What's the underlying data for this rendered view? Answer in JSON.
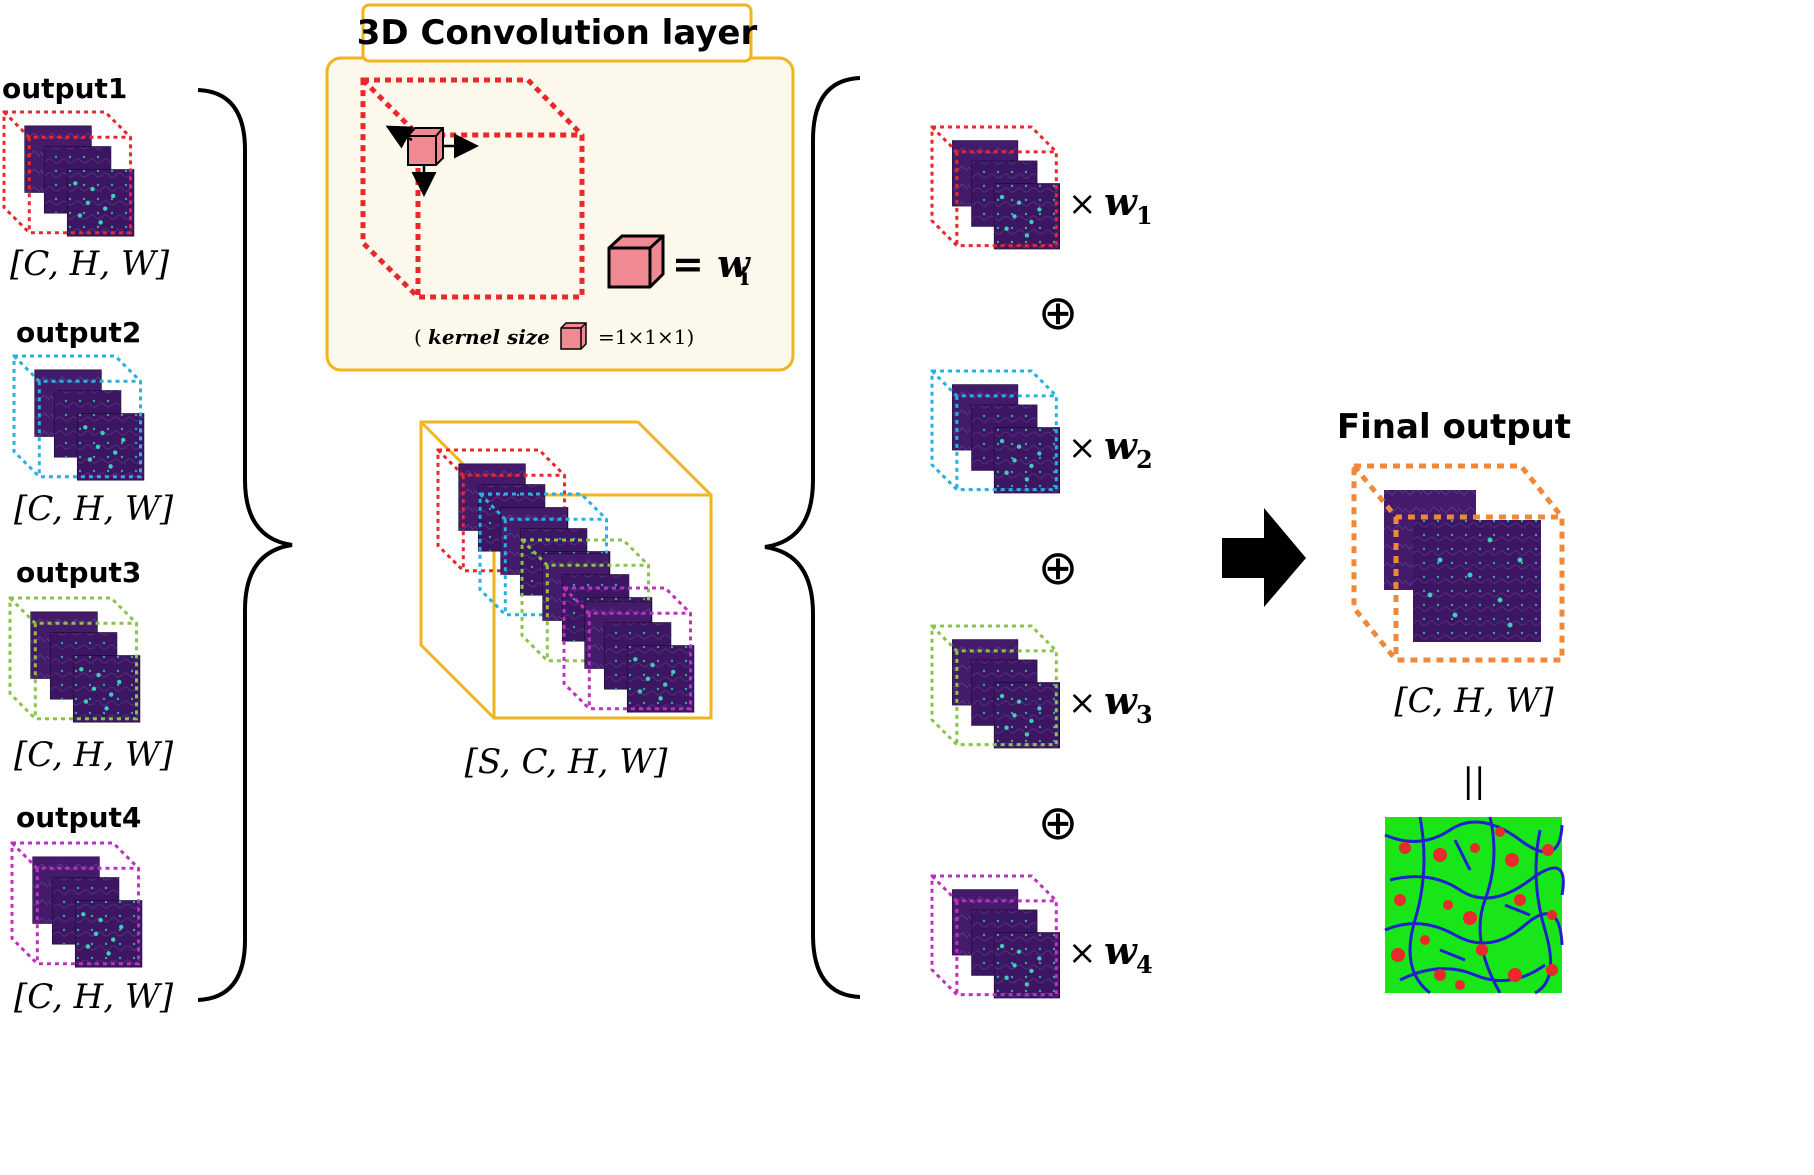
{
  "inputs": {
    "title_1": "output1",
    "title_2": "output2",
    "title_3": "output3",
    "title_4": "output4",
    "shape": "[C, H, W]",
    "colors": [
      "#e8282a",
      "#27b1e3",
      "#8bc34a",
      "#c02fc0"
    ]
  },
  "conv": {
    "title": "3D Convolution layer",
    "weight_symbol": "= w",
    "weight_subscript": "i",
    "kernel_note_open": "(",
    "kernel_note_label": "kernel size",
    "kernel_note_value": "=1×1×1)",
    "stack_shape": "[S, C, H, W]",
    "box_color": "#f0b51e",
    "panel_fill": "#fdf8ec",
    "kernel_color": "#f08a92"
  },
  "weighted": {
    "times": "×",
    "w": "w",
    "subscripts": [
      "1",
      "2",
      "3",
      "4"
    ],
    "plus": "⊕"
  },
  "final": {
    "title": "Final output",
    "shape": "[C, H, W]",
    "equals": "||",
    "color": "#f0883a",
    "seg_colors": {
      "background": "#19e619",
      "vessels": "#2020d0",
      "cells": "#e82a2a"
    }
  }
}
